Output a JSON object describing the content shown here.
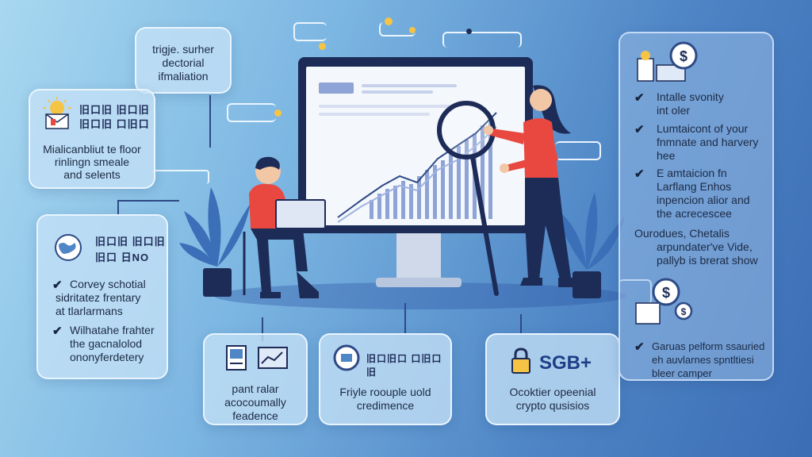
{
  "top_card": {
    "lines": [
      "trigje. surher",
      "dectorial",
      "ifmaliation"
    ]
  },
  "left_top_card": {
    "heading": [
      "旧口旧 旧口旧",
      "旧口旧 口旧口"
    ],
    "lines": [
      "Mialicanbliut te floor",
      "rinlingn smeale",
      "and selents"
    ]
  },
  "left_mid_card": {
    "heading": [
      "旧口旧 旧口旧",
      "旧口 日NO"
    ],
    "items": [
      [
        "Corvey schotial",
        "sidritatez frentary",
        "at tlarlarmans"
      ],
      [
        "Wilhatahe frahter",
        "the gacnalolod",
        "ononyferdetery"
      ]
    ]
  },
  "bottom_card_1": {
    "lines": [
      "pant ralar",
      "acocoumally",
      "feadence"
    ]
  },
  "bottom_card_2": {
    "heading": "旧口旧口 口旧口旧",
    "lines": [
      "Friyle roouple uold",
      "credimence"
    ]
  },
  "bottom_card_3": {
    "badge": "SGB+",
    "lines": [
      "Ocoktier opeenial",
      "crypto qusisios"
    ]
  },
  "right_card": {
    "items": [
      [
        "Intalle svonity",
        "int oler"
      ],
      [
        "Lumtaicont of your",
        "fnmnate and harvery",
        "hee"
      ],
      [
        "E amtaicion fn",
        "Larflang Enhos",
        "inpencion alior and",
        "the acrecescee"
      ],
      [
        "Ourodues, Chetalis",
        "arpundater've Vide,",
        "pallyb is brerat show"
      ],
      [
        "Garuas pelform ssauried",
        "eh auvlarnes spntltiesi",
        "bleer camper"
      ]
    ],
    "checkmark": "✔",
    "bullet_flags": [
      true,
      true,
      true,
      false,
      true
    ]
  },
  "colors": {
    "accent": "#e8483f",
    "navy": "#1d2b57",
    "screen": "#f4f7fc",
    "bars": "#6f8fd0"
  }
}
